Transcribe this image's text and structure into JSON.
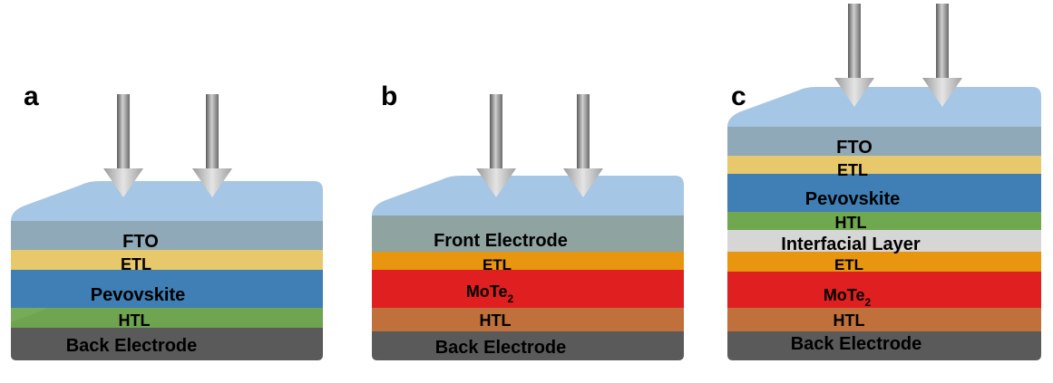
{
  "panels": [
    {
      "label": "a",
      "layers": [
        "FTO",
        "ETL",
        "Pevovskite",
        "HTL",
        "Back Electrode"
      ]
    },
    {
      "label": "b",
      "layers": [
        "Front Electrode",
        "ETL",
        "MoTe",
        "HTL",
        "Back Electrode"
      ],
      "subscript": "2"
    },
    {
      "label": "c",
      "layers": [
        "FTO",
        "ETL",
        "Pevovskite",
        "HTL",
        "Interfacial Layer",
        "ETL",
        "MoTe",
        "HTL",
        "Back Electrode"
      ],
      "subscript": "2"
    }
  ],
  "colors": {
    "fto": "#8fb3d9",
    "etl_yellow": "#e7c86a",
    "perovskite": "#3f7fb5",
    "htl_green": "#6fa84f",
    "back_electrode": "#555555",
    "etl_orange": "#e8960f",
    "mote2": "#e02020",
    "htl_brown": "#c0703a",
    "interfacial": "#d6d6d6",
    "arrow": "#8a8a8a"
  }
}
